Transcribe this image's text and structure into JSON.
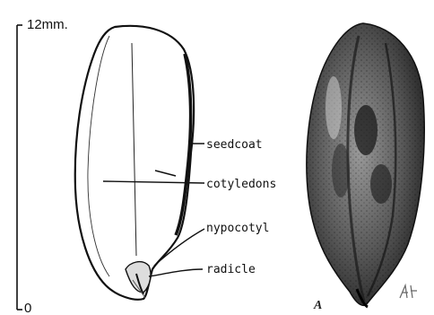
{
  "scale": {
    "top_label": "12mm.",
    "bottom_label": "0"
  },
  "labels": {
    "seedcoat": "seedcoat",
    "cotyledons": "cotyledons",
    "hypocotyl": "nypocotyl",
    "radicle": "radicle"
  },
  "figure": {
    "panel_letter": "A"
  },
  "colors": {
    "ink": "#111111",
    "shade_dark": "#2a2a2a",
    "shade_mid": "#6b6b6b",
    "shade_light": "#bdbdbd"
  }
}
